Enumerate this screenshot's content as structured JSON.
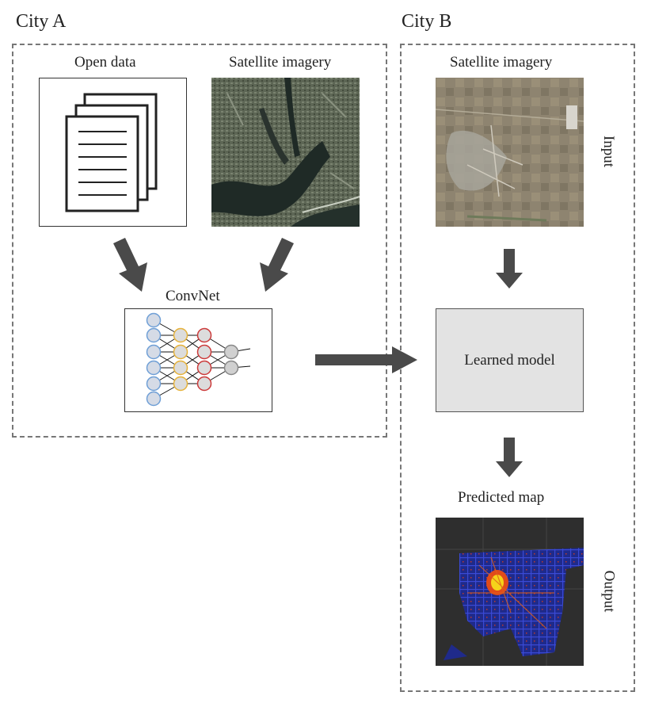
{
  "city_a": {
    "title": "City A",
    "open_data_label": "Open data",
    "satellite_label": "Satellite imagery",
    "convnet_label": "ConvNet"
  },
  "city_b": {
    "title": "City B",
    "satellite_label": "Satellite imagery",
    "model_label": "Learned model",
    "predicted_label": "Predicted map",
    "input_label": "Input",
    "output_label": "Output"
  },
  "colors": {
    "arrow": "#4a4a4a",
    "panel_border": "#777777",
    "model_fill": "#e3e3e3",
    "layer1": "#6f9fd6",
    "layer2": "#e6b23a",
    "layer3": "#cc3a3a",
    "layer4": "#9a9a9a"
  }
}
